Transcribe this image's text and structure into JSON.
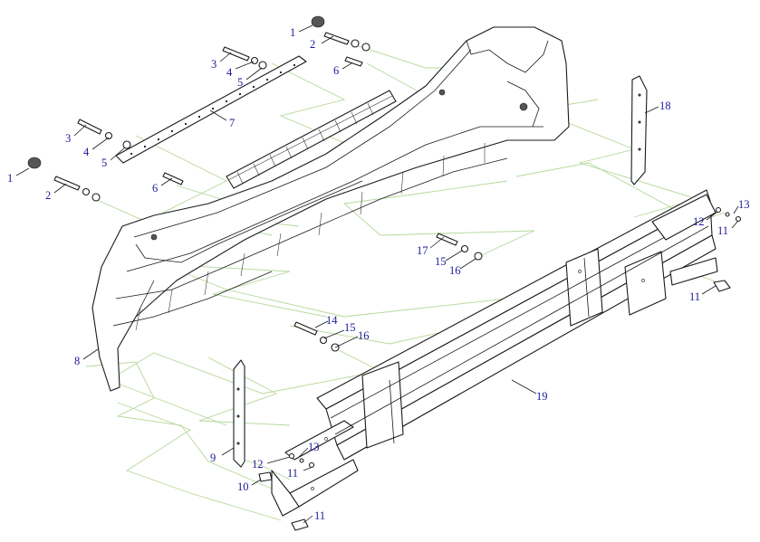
{
  "labels": [
    {
      "id": "l1a",
      "text": "1"
    },
    {
      "id": "l2a",
      "text": "2"
    },
    {
      "id": "l3a",
      "text": "3"
    },
    {
      "id": "l4a",
      "text": "4"
    },
    {
      "id": "l5a",
      "text": "5"
    },
    {
      "id": "l6a",
      "text": "6"
    },
    {
      "id": "l7",
      "text": "7"
    },
    {
      "id": "l3b",
      "text": "3"
    },
    {
      "id": "l4b",
      "text": "4"
    },
    {
      "id": "l5b",
      "text": "5"
    },
    {
      "id": "l1b",
      "text": "1"
    },
    {
      "id": "l2b",
      "text": "2"
    },
    {
      "id": "l6b",
      "text": "6"
    },
    {
      "id": "l8",
      "text": "8"
    },
    {
      "id": "l9",
      "text": "9"
    },
    {
      "id": "l10",
      "text": "10"
    },
    {
      "id": "l11a",
      "text": "11"
    },
    {
      "id": "l11b",
      "text": "11"
    },
    {
      "id": "l12a",
      "text": "12"
    },
    {
      "id": "l13a",
      "text": "13"
    },
    {
      "id": "l14",
      "text": "14"
    },
    {
      "id": "l15a",
      "text": "15"
    },
    {
      "id": "l16a",
      "text": "16"
    },
    {
      "id": "l17",
      "text": "17"
    },
    {
      "id": "l15b",
      "text": "15"
    },
    {
      "id": "l16b",
      "text": "16"
    },
    {
      "id": "l18",
      "text": "18"
    },
    {
      "id": "l19",
      "text": "19"
    },
    {
      "id": "l12b",
      "text": "12"
    },
    {
      "id": "l13b",
      "text": "13"
    },
    {
      "id": "l11c",
      "text": "11"
    },
    {
      "id": "l11d",
      "text": "11"
    }
  ]
}
